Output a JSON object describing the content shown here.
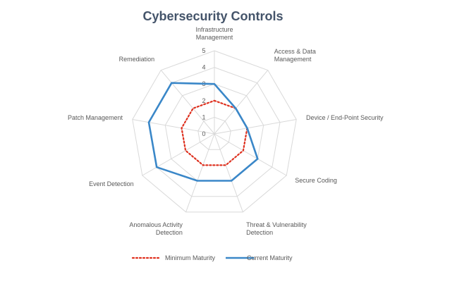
{
  "chart_data": {
    "type": "radar",
    "title": "Cybersecurity Controls",
    "categories": [
      "Infrastructure Management",
      "Access & Data Management",
      "Device / End-Point Security",
      "Secure Coding",
      "Threat & Vulnerability Detection",
      "Anomalous Activity Detection",
      "Event Detection",
      "Patch Management",
      "Remediation"
    ],
    "category_lines": [
      [
        "Infrastructure",
        "Management"
      ],
      [
        "Access & Data",
        "Management"
      ],
      [
        "Device / End-Point Security"
      ],
      [
        "Secure Coding"
      ],
      [
        "Threat & Vulnerability",
        "Detection"
      ],
      [
        "Anomalous Activity",
        "Detection"
      ],
      [
        "Event Detection"
      ],
      [
        "Patch Management"
      ],
      [
        "Remediation"
      ]
    ],
    "series": [
      {
        "name": "Minimum Maturity",
        "color": "#e0301e",
        "line_style": "dotted",
        "values": [
          2,
          2,
          2,
          2,
          2,
          2,
          2,
          2,
          2
        ]
      },
      {
        "name": "Current Maturity",
        "color": "#3a87c8",
        "line_style": "solid",
        "values": [
          3,
          2,
          2,
          3,
          3,
          3,
          4,
          4,
          4
        ]
      }
    ],
    "rlim": [
      0,
      5
    ],
    "ticks": [
      "0",
      "1",
      "2",
      "3",
      "4",
      "5"
    ],
    "grid": true,
    "legend_position": "bottom"
  }
}
